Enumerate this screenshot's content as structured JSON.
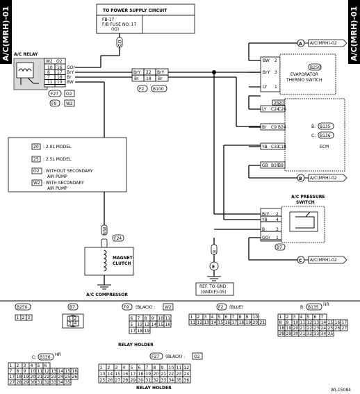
{
  "diagram": {
    "side_tab": "A/C(MRH)-01",
    "power_title": "TO POWER SUPPLY CIRCUIT",
    "fuse_label_1": "FB-17",
    "fuse_label_2": "F/B FUSE NO. 17",
    "fuse_label_3": "(IG)",
    "wire_go_top": "GO",
    "ac_relay": "A/C RELAY",
    "relay_hdr_w2": "W2",
    "relay_hdr_o2": "O2",
    "relay_pins": [
      {
        "a": "10",
        "b": "16",
        "color": "GOr"
      },
      {
        "a": "6",
        "b": "17",
        "color": "BrY"
      },
      {
        "a": "7",
        "b": "18",
        "color": "Br"
      },
      {
        "a": "11",
        "b": "19",
        "color": "BW"
      }
    ],
    "conn_f27": "F27",
    "conn_o2": "O2",
    "conn_f9": "F9",
    "conn_w2": "W2",
    "joint_brY_l": "BrY",
    "joint_br_l": "Br",
    "joint_22": "22",
    "joint_18": "18",
    "joint_brY_r": "BrY",
    "joint_br_r": "Br",
    "conn_f2": "F2",
    "conn_b100": "B100",
    "callout_a": "A",
    "callout_b": "B",
    "callout_c": "C",
    "ref_a": "A/C(MRH)-02",
    "ref_b": "A/C(MRH)-02",
    "ref_c": "A/C(MRH)-02",
    "evap_wires": [
      {
        "color": "BW",
        "pin": "2"
      },
      {
        "color": "BrY",
        "pin": "3"
      },
      {
        "color": "LY",
        "pin": "1"
      }
    ],
    "evap_conn": "B250",
    "evap_name_1": "EVAPORATOR",
    "evap_name_2": "THERMO SWITCH",
    "ecm_hdr_25": "25",
    "ecm_hdr_20": "20",
    "ecm_rows": [
      {
        "color": "LY",
        "p1": "C24",
        "p2": "C26"
      },
      {
        "color": "Br",
        "p1": "C9",
        "p2": "B24"
      },
      {
        "color": "YB",
        "p1": "C33",
        "p2": "C18"
      },
      {
        "color": "GB",
        "p1": "B16",
        "p2": "B8"
      }
    ],
    "ecm_b_prefix": "B:",
    "ecm_b": "B135",
    "ecm_c_prefix": "C:",
    "ecm_c": "B136",
    "ecm_name": "ECM",
    "legend_20": "20",
    "legend_20_txt": ": 2.0L MODEL",
    "legend_25": "25",
    "legend_25_txt": ": 2.5L MODEL",
    "legend_o2": "O2",
    "legend_o2_txt_1": ": WITHOUT SECONDARY",
    "legend_o2_txt_2": "AIR PUMP",
    "legend_w2": "W2",
    "legend_w2_txt_1": ": WITH SECONDARY",
    "legend_w2_txt_2": "AIR PUMP",
    "press_name_1": "A/C PRESSURE",
    "press_name_2": "SWITCH",
    "press_wires": [
      {
        "color": "BrY",
        "pin": "2"
      },
      {
        "color": "YB",
        "pin": "4"
      },
      {
        "color": "B",
        "pin": "3"
      },
      {
        "color": "GOr",
        "pin": "1"
      }
    ],
    "press_conn": "B7",
    "f24_wire": "BrW",
    "f24_conn": "F24",
    "clutch_name_1": "MAGNET",
    "clutch_name_2": "CLUTCH",
    "compressor": "A/C COMPRESSOR",
    "gnd_wire": "B",
    "gnd_letter": "E",
    "gnd_ref_1": "REF. TO GND",
    "gnd_ref_2": "(GND(F)-05)"
  },
  "connectors": {
    "b250_title": "B250",
    "b250_pins": [
      "1",
      "2",
      "3"
    ],
    "b7_title": "B7",
    "b7_pins": [
      "1",
      "2",
      "3",
      "4"
    ],
    "f9_title": "F9",
    "f9_color": "(BLACK) :",
    "f9_tag": "W2",
    "f9_pins": [
      "6",
      "7",
      "8",
      "9",
      "10",
      "11",
      "5",
      "12",
      "13",
      "14",
      "15",
      "16",
      "17",
      "18",
      "19"
    ],
    "relay_holder": "RELAY HOLDER",
    "f2_title": "F2",
    "f2_color": "(BLUE)",
    "f2_row1": [
      "1",
      "2",
      "3",
      "4",
      "5",
      "6",
      "7",
      "8",
      "9",
      "10"
    ],
    "f2_row2": [
      "11",
      "12",
      "13",
      "14",
      "15",
      "16",
      "17",
      "18",
      "19",
      "20",
      "21"
    ],
    "b135_prefix": "B:",
    "b135_title": "B135",
    "b135_hr": "HR",
    "b135_row1": [
      "1",
      "2",
      "3",
      "4",
      "5",
      "6",
      "7"
    ],
    "b135_row2": [
      "8",
      "9",
      "10",
      "11",
      "12",
      "13",
      "14",
      "15",
      "16",
      "17"
    ],
    "b135_row3": [
      "18",
      "19",
      "20",
      "21",
      "22",
      "23",
      "24",
      "25",
      "26",
      "27"
    ],
    "b135_row4": [
      "28",
      "29",
      "30",
      "31",
      "32",
      "33",
      "34",
      "35"
    ],
    "b136_prefix": "C:",
    "b136_title": "B136",
    "b136_hr": "HR",
    "b136_row1": [
      "1",
      "2",
      "3",
      "4",
      "5",
      "6"
    ],
    "b136_row2": [
      "7",
      "8",
      "9",
      "10",
      "11",
      "12",
      "13",
      "14",
      "15",
      "16"
    ],
    "b136_row3": [
      "17",
      "18",
      "19",
      "20",
      "21",
      "22",
      "23",
      "24",
      "25",
      "26"
    ],
    "b136_row4": [
      "27",
      "28",
      "29",
      "30",
      "31",
      "32",
      "33",
      "34",
      "35"
    ],
    "f27_title": "F27",
    "f27_color": "(BLACK) :",
    "f27_tag": "O2",
    "f27_pins_a": [
      "1",
      "2",
      "3",
      "4",
      "5",
      "6",
      "7",
      "8",
      "9",
      "10",
      "11",
      "12",
      "13",
      "14",
      "15",
      "16",
      "17",
      "18",
      "19",
      "20",
      "21",
      "22",
      "23",
      "24",
      "25",
      "26",
      "27",
      "28",
      "29",
      "30",
      "31",
      "32",
      "33",
      "34",
      "35",
      "36"
    ],
    "relay_holder_2": "RELAY HOLDER",
    "diagram_id": "WI-15084"
  }
}
